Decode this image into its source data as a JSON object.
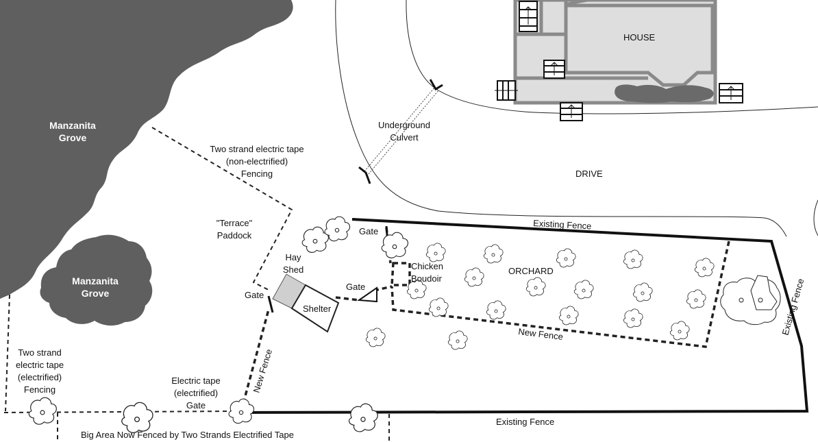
{
  "colors": {
    "grove": "#5f5f5f",
    "house_wall": "#8a8a8a",
    "house_fill": "#dedede",
    "hay_shed": "#cfcfcf",
    "line": "#111111"
  },
  "labels": {
    "house": "HOUSE",
    "drive": "DRIVE",
    "orchard": "ORCHARD",
    "grove_top_1": "Manzanita",
    "grove_top_2": "Grove",
    "grove_bottom_1": "Manzanita",
    "grove_bottom_2": "Grove",
    "culvert_1": "Underground",
    "culvert_2": "Culvert",
    "tape_top_1": "Two strand electric tape",
    "tape_top_2": "(non-electrified)",
    "tape_top_3": "Fencing",
    "terrace_1": "\"Terrace\"",
    "terrace_2": "Paddock",
    "hay_1": "Hay",
    "hay_2": "Shed",
    "shelter": "Shelter",
    "gate_top": "Gate",
    "gate_mid": "Gate",
    "gate_left": "Gate",
    "chicken_1": "Chicken",
    "chicken_2": "Boudoir",
    "existing_fence_top": "Existing Fence",
    "existing_fence_right": "Existing Fence",
    "existing_fence_bottom": "Existing Fence",
    "new_fence_orchard": "New Fence",
    "new_fence_diag": "New Fence",
    "tape_left_1": "Two strand",
    "tape_left_2": "electric tape",
    "tape_left_3": "(electrified)",
    "tape_left_4": "Fencing",
    "gate_elec_1": "Electric tape",
    "gate_elec_2": "(electrified)",
    "gate_elec_3": "Gate",
    "big_area": "Big Area Now Fenced by Two Strands Electrified Tape"
  }
}
